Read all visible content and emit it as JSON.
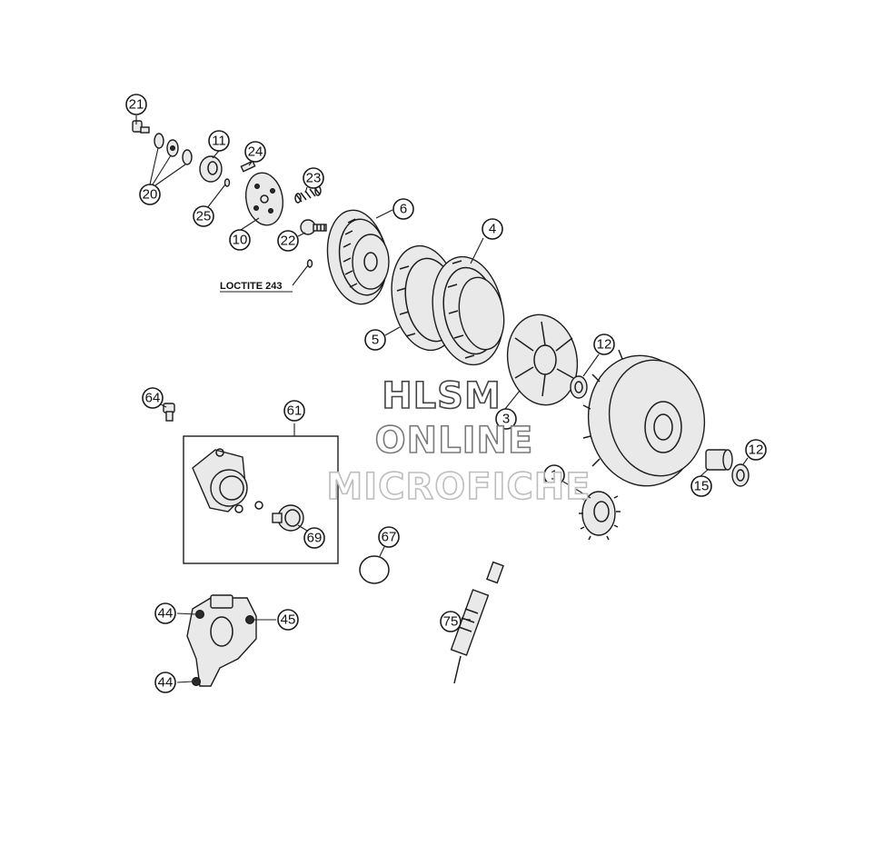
{
  "diagram": {
    "callouts": [
      {
        "label": "21"
      },
      {
        "label": "20"
      },
      {
        "label": "11"
      },
      {
        "label": "24"
      },
      {
        "label": "23"
      },
      {
        "label": "25"
      },
      {
        "label": "10"
      },
      {
        "label": "22"
      },
      {
        "label": "6"
      },
      {
        "label": "4"
      },
      {
        "label": "5"
      },
      {
        "label": "12"
      },
      {
        "label": "3"
      },
      {
        "label": "12"
      },
      {
        "label": "15"
      },
      {
        "label": "1"
      },
      {
        "label": "64"
      },
      {
        "label": "61"
      },
      {
        "label": "69"
      },
      {
        "label": "67"
      },
      {
        "label": "44"
      },
      {
        "label": "45"
      },
      {
        "label": "44"
      },
      {
        "label": "75"
      }
    ],
    "note": "LOCTITE 243",
    "watermark": [
      "HLSM",
      "ONLINE",
      "MICROFICHE"
    ],
    "colors": {
      "line": "#1c1c1c",
      "watermark_outline": [
        "#444444",
        "#7a7a7a",
        "#bdbdbd"
      ]
    }
  }
}
